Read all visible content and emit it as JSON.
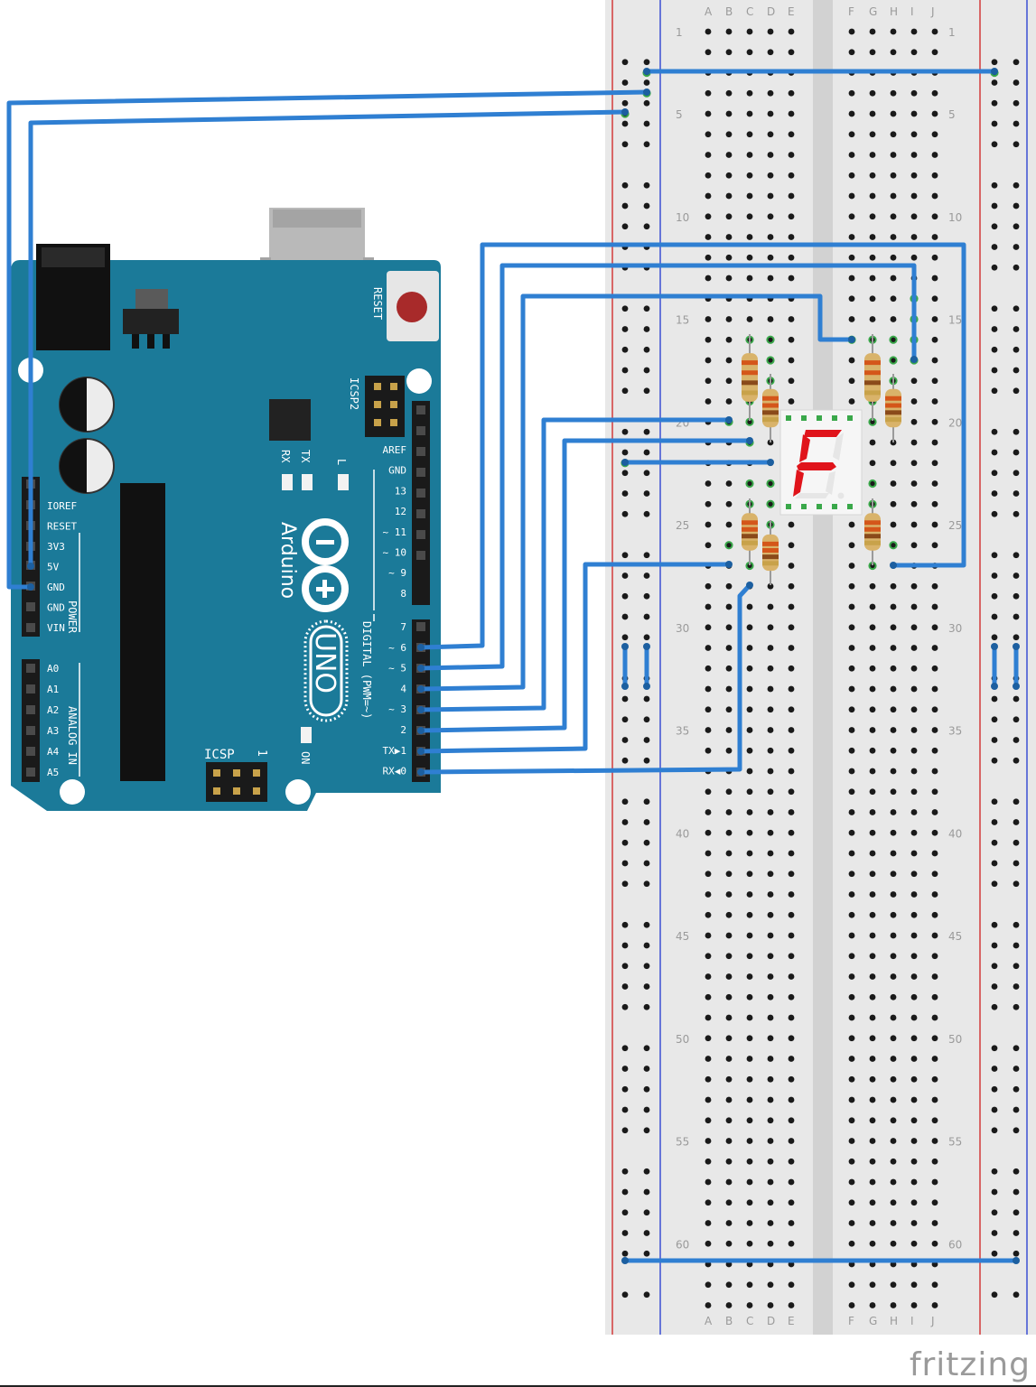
{
  "breadboard": {
    "column_letters_left": [
      "A",
      "B",
      "C",
      "D",
      "E"
    ],
    "column_letters_right": [
      "F",
      "G",
      "H",
      "I",
      "J"
    ],
    "row_numbers": [
      "1",
      "5",
      "10",
      "15",
      "20",
      "25",
      "30",
      "35",
      "40",
      "45",
      "50",
      "55",
      "60"
    ]
  },
  "arduino": {
    "brand": "Arduino",
    "model": "UNO",
    "reset_label": "RESET",
    "icsp2_label": "ICSP2",
    "icsp_label": "ICSP",
    "icsp_pin1": "1",
    "on_label": "ON",
    "led_labels": [
      "RX",
      "TX",
      "L"
    ],
    "power_header_label": "POWER",
    "power_pins": [
      "IOREF",
      "RESET",
      "3V3",
      "5V",
      "GND",
      "GND",
      "VIN"
    ],
    "analog_header_label": "ANALOG IN",
    "analog_pins": [
      "A0",
      "A1",
      "A2",
      "A3",
      "A4",
      "A5"
    ],
    "digital_header_label": "DIGITAL (PWM=~)",
    "digital_high_pins": [
      "AREF",
      "GND",
      "13",
      "12",
      "~ 11",
      "~ 10",
      "~ 9",
      "8"
    ],
    "digital_low_pins": [
      "7",
      "~ 6",
      "~ 5",
      "4",
      "~ 3",
      "2",
      "TX▶1",
      "RX◀0"
    ]
  },
  "display": {
    "glyph": "F",
    "segment_color": "#e0141b",
    "off_segment_color": "#e6e6e6"
  },
  "colors": {
    "wire": "#2f7fd2",
    "arduino_board": "#1b7a99",
    "breadboard": "#e8e8e8",
    "rail_red": "#d23a3a",
    "rail_blue": "#3a4fd2"
  },
  "watermark": "fritzing"
}
